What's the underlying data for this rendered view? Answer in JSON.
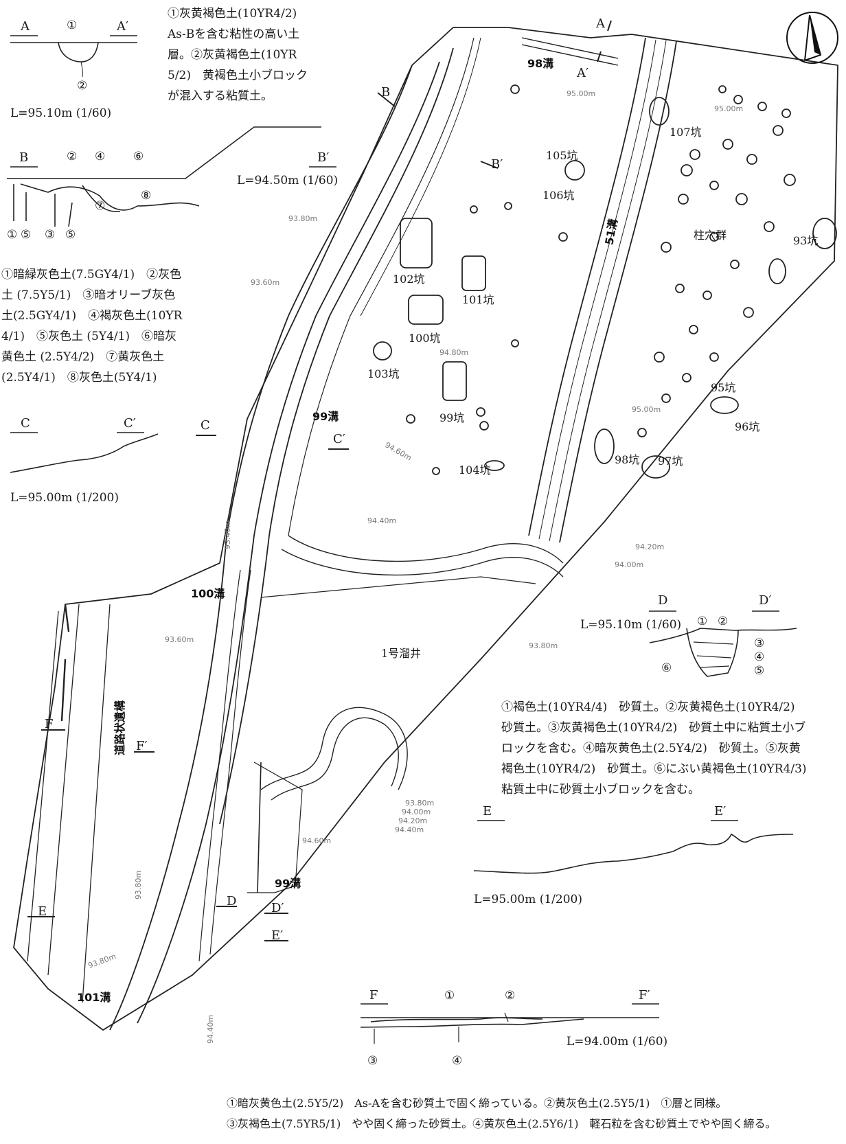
{
  "sections": {
    "a_left": "A",
    "a_right": "A′",
    "a_num1": "①",
    "a_num2": "②",
    "a_level": "L=95.10m (1/60)",
    "b_left": "B",
    "b_right": "B′",
    "b_level": "L=94.50m (1/60)",
    "b_n2": "②",
    "b_n4": "④",
    "b_n6": "⑥",
    "b_n7": "⑦",
    "b_n8": "⑧",
    "b_n1": "①",
    "b_n5a": "⑤",
    "b_n3": "③",
    "b_n5b": "⑤",
    "c_left": "C",
    "c_right": "C′",
    "c_level": "L=95.00m (1/200)",
    "d_left": "D",
    "d_right": "D′",
    "d_level": "L=95.10m (1/60)",
    "d_n1": "①",
    "d_n2": "②",
    "d_n3": "③",
    "d_n4": "④",
    "d_n5": "⑤",
    "d_n6": "⑥",
    "e_left": "E",
    "e_right": "E′",
    "e_level": "L=95.00m (1/200)",
    "f_left": "F",
    "f_right": "F′",
    "f_level": "L=94.00m (1/60)",
    "f_n1": "①",
    "f_n2": "②",
    "f_n3": "③",
    "f_n4": "④"
  },
  "notes": {
    "a": "①灰黄褐色土(10YR4/2)\nAs-Bを含む粘性の高い土\n層。②灰黄褐色土(10YR\n5/2)　黄褐色土小ブロック\nが混入する粘質土。",
    "b": "①暗緑灰色土(7.5GY4/1)　②灰色\n土 (7.5Y5/1)　③暗オリーブ灰色\n土(2.5GY4/1)　④褐灰色土(10YR\n4/1)　⑤灰色土 (5Y4/1)　⑥暗灰\n黄色土 (2.5Y4/2)　⑦黄灰色土\n(2.5Y4/1)　⑧灰色土(5Y4/1)",
    "d": "①褐色土(10YR4/4)　砂質土。②灰黄褐色土(10YR4/2)\n砂質土。③灰黄褐色土(10YR4/2)　砂質土中に粘質土小ブ\nロックを含む。④暗灰黄色土(2.5Y4/2)　砂質土。⑤灰黄\n褐色土(10YR4/2)　砂質土。⑥にぶい黄褐色土(10YR4/3)\n粘質土中に砂質土小ブロックを含む。",
    "f": "①暗灰黄色土(2.5Y5/2)　As-Aを含む砂質土で固く締っている。②黄灰色土(2.5Y5/1)　①層と同様。\n③灰褐色土(7.5YR5/1)　やや固く締った砂質土。④黄灰色土(2.5Y6/1)　軽石粒を含む砂質土でやや固く締る。"
  },
  "features": {
    "ditch98": "98溝",
    "ditch51": "51溝",
    "ditch99a": "99溝",
    "ditch99b": "99溝",
    "ditch100": "100溝",
    "ditch101": "101溝",
    "road": "道路状遺構",
    "well": "1号溜井",
    "post_holes": "柱穴群",
    "pit93": "93坑",
    "pit95": "95坑",
    "pit96": "96坑",
    "pit97": "97坑",
    "pit98": "98坑",
    "pit99": "99坑",
    "pit100": "100坑",
    "pit101": "101坑",
    "pit102": "102坑",
    "pit103": "103坑",
    "pit104": "104坑",
    "pit105": "105坑",
    "pit106": "106坑",
    "pit107": "107坑"
  },
  "contours": {
    "c9500a": "95.00m",
    "c9500b": "95.00m",
    "c9500c": "95.00m",
    "c9380a": "93.80m",
    "c9360a": "93.60m",
    "c9340": "93.40m",
    "c9480": "94.80m",
    "c9460a": "94.60m",
    "c9440": "94.40m",
    "c9420": "94.20m",
    "c9400": "94.00m",
    "c9380b": "93.80m",
    "c9360b": "93.60m",
    "c9380c": "93.80m",
    "c9400b": "94.00m",
    "c9420b": "94.20m",
    "c9440b": "94.40m",
    "c9460b": "94.60m",
    "c9380d": "93.80m",
    "c9380e": "93.80m",
    "c9440c": "94.40m"
  }
}
